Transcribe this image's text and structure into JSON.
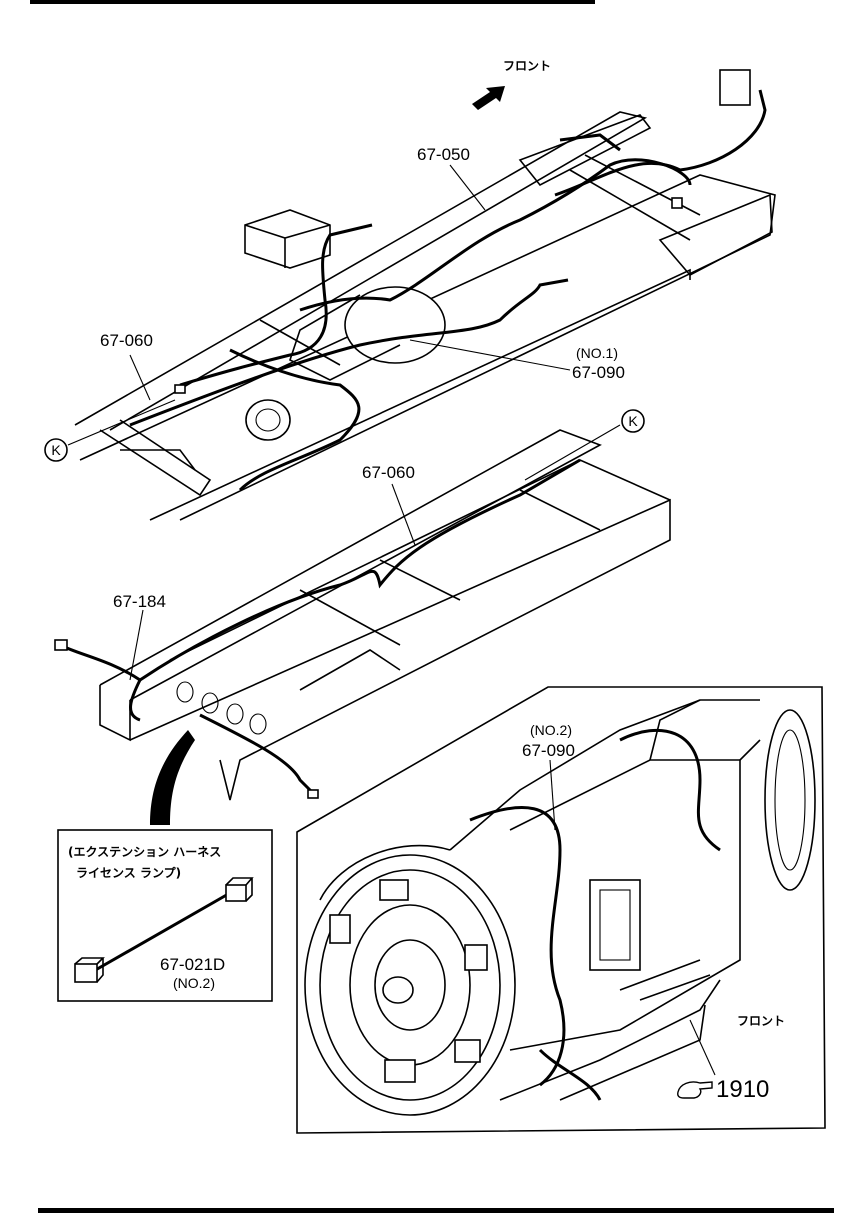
{
  "front_top": "フロント",
  "front_bottom": "フロント",
  "parts": {
    "p050": "67-050",
    "p060_upper": "67-060",
    "p060_lower": "67-060",
    "p090_no1_qual": "(NO.1)",
    "p090_no1": "67-090",
    "p090_no2_qual": "(NO.2)",
    "p090_no2": "67-090",
    "p184": "67-184",
    "p021d": "67-021D",
    "p021d_qual": "(NO.2)"
  },
  "k_marker": "K",
  "inset": {
    "title_line1": "(エクステンション ハーネス",
    "title_line2": "ライセンス ランプ)"
  },
  "ref_page": "1910"
}
